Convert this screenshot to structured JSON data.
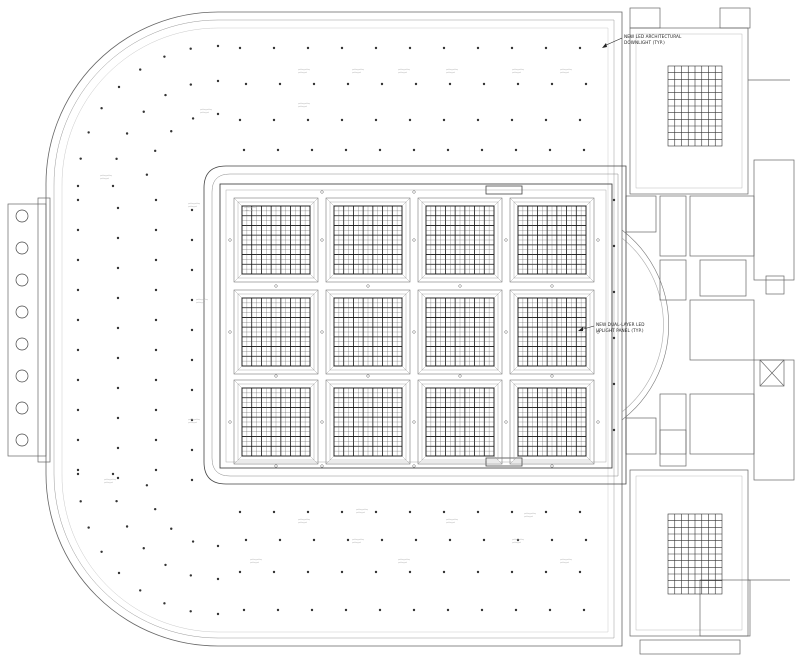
{
  "annotations": {
    "downlight_line1": "NEW LED ARCHITECTURAL",
    "downlight_line2": "DOWNLIGHT (TYP.)",
    "uplight_line1": "NEW DUAL-LAYER LED",
    "uplight_line2": "UPLIGHT PANEL (TYP.)"
  },
  "colors": {
    "line": "#555555",
    "heavy": "#1a1a1a",
    "background": "#ffffff"
  },
  "skylight_panels": {
    "rows": 3,
    "cols": 4,
    "cells_per_side": 7
  }
}
